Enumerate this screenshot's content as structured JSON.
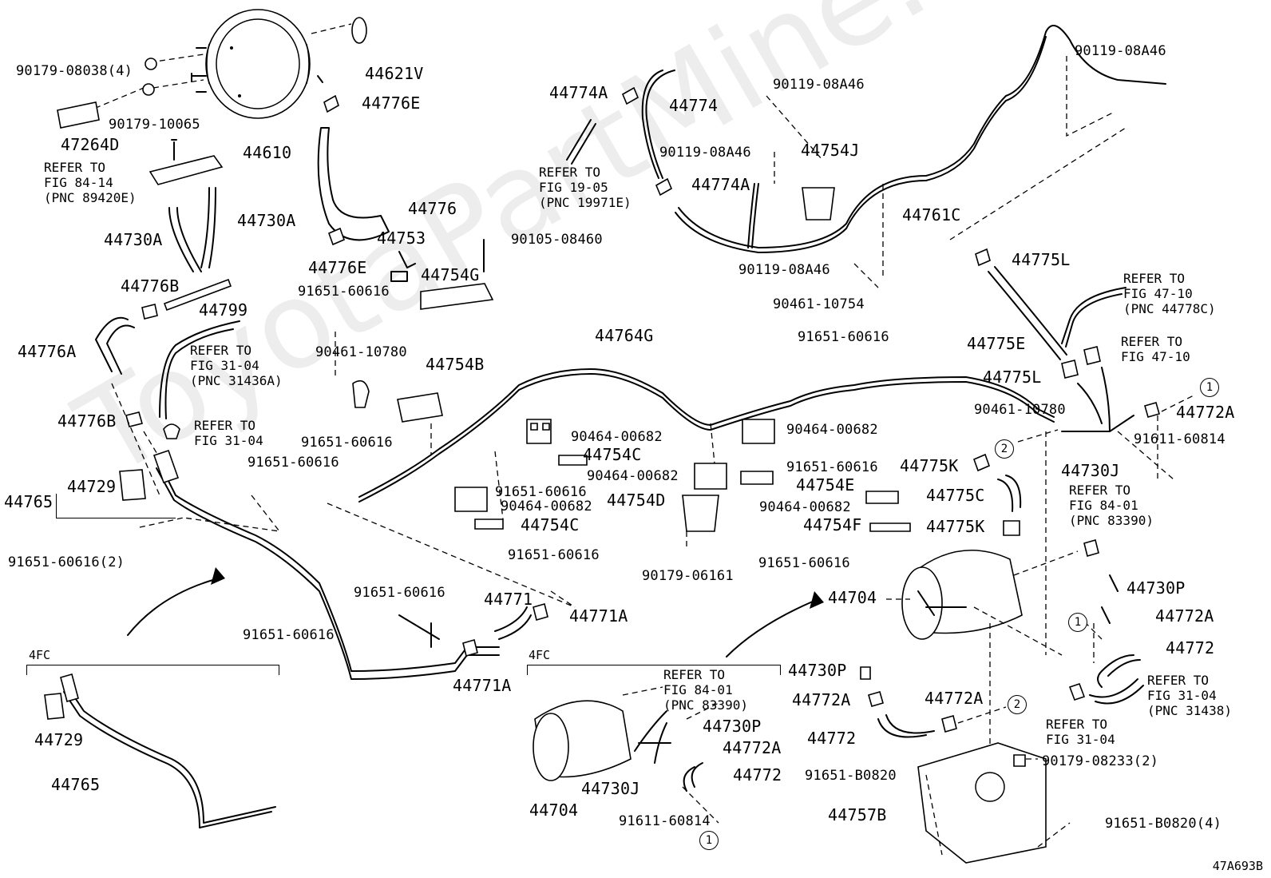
{
  "watermark": "ToyotaPartMine.ru",
  "figure_code": "47A693B",
  "section_label": "4FC",
  "labels": {
    "p44621V": "44621V",
    "p90179_08038_4": "90179-08038(4)",
    "p44610": "44610",
    "p90179_10065": "90179-10065",
    "p47264D": "47264D",
    "p44776E_a": "44776E",
    "p44776": "44776",
    "p44753": "44753",
    "p44776E_b": "44776E",
    "p44730A_a": "44730A",
    "p44730A_b": "44730A",
    "p44799": "44799",
    "p44776B_a": "44776B",
    "p44776A": "44776A",
    "p44776B_b": "44776B",
    "p44765_a": "44765",
    "p44729_a": "44729",
    "p91651_60616_2": "91651-60616(2)",
    "p91651_60616_a": "91651-60616",
    "p91651_60616_b": "91651-60616",
    "p90461_10780_a": "90461-10780",
    "p44754B": "44754B",
    "p91651_60616_c": "91651-60616",
    "p91651_60616_d": "91651-60616",
    "p91651_60616_e": "91651-60616",
    "p44754G": "44754G",
    "p90105_08460": "90105-08460",
    "p44774A_a": "44774A",
    "p44774": "44774",
    "p44774A_b": "44774A",
    "p90119_08A46_a": "90119-08A46",
    "p90119_08A46_b": "90119-08A46",
    "p90119_08A46_c": "90119-08A46",
    "p90119_08A46_d": "90119-08A46",
    "p44754J": "44754J",
    "p44761C": "44761C",
    "p90461_10754": "90461-10754",
    "p44775L_a": "44775L",
    "p44775L_b": "44775L",
    "p44775E": "44775E",
    "p91651_60616_f": "91651-60616",
    "p44764G": "44764G",
    "p90464_00682_a": "90464-00682",
    "p44754C_a": "44754C",
    "p91651_60616_g": "91651-60616",
    "p90464_00682_b": "90464-00682",
    "p44754C_b": "44754C",
    "p91651_60616_h": "91651-60616",
    "p90464_00682_c": "90464-00682",
    "p44754D": "44754D",
    "p90179_06161": "90179-06161",
    "p90464_00682_d": "90464-00682",
    "p91651_60616_i": "91651-60616",
    "p44754E": "44754E",
    "p90464_00682_e": "90464-00682",
    "p44754F": "44754F",
    "p91651_60616_j": "91651-60616",
    "p90461_10780_b": "90461-10780",
    "p44775K_a": "44775K",
    "p44775C": "44775C",
    "p44775K_b": "44775K",
    "p44772A_a": "44772A",
    "p91611_60814_a": "91611-60814",
    "p44730J_a": "44730J",
    "p44704_a": "44704",
    "p44730P_a": "44730P",
    "p44772A_b": "44772A",
    "p44772_a": "44772",
    "p44730P_b": "44730P",
    "p44772A_c": "44772A",
    "p44772_b": "44772",
    "p44772A_d": "44772A",
    "p90179_08233_2": "90179-08233(2)",
    "p91651_B0820": "91651-B0820",
    "p44757B": "44757B",
    "p91651_B0820_4": "91651-B0820(4)",
    "p44771": "44771",
    "p44771A_a": "44771A",
    "p44771A_b": "44771A",
    "p44729_b": "44729",
    "p44765_b": "44765",
    "p44704_b": "44704",
    "p44730J_b": "44730J",
    "p91611_60814_b": "91611-60814",
    "p44730P_c": "44730P",
    "p44772A_e": "44772A",
    "p44772_c": "44772"
  },
  "refs": {
    "r84_14": "REFER TO\nFIG 84-14\n(PNC 89420E)",
    "r19_05": "REFER TO\nFIG 19-05\n(PNC 19971E)",
    "r31_04a": "REFER TO\nFIG 31-04\n(PNC 31436A)",
    "r31_04b": "REFER TO\nFIG 31-04",
    "r47_10a": "REFER TO\nFIG 47-10\n(PNC 44778C)",
    "r47_10b": "REFER TO\nFIG 47-10",
    "r84_01a": "REFER TO\nFIG 84-01\n(PNC 83390)",
    "r84_01b": "REFER TO\nFIG 84-01\n(PNC 83390)",
    "r31_04c": "REFER TO\nFIG 31-04\n(PNC 31438)",
    "r31_04d": "REFER TO\nFIG 31-04"
  },
  "callouts": {
    "c1": "1",
    "c2": "2"
  }
}
